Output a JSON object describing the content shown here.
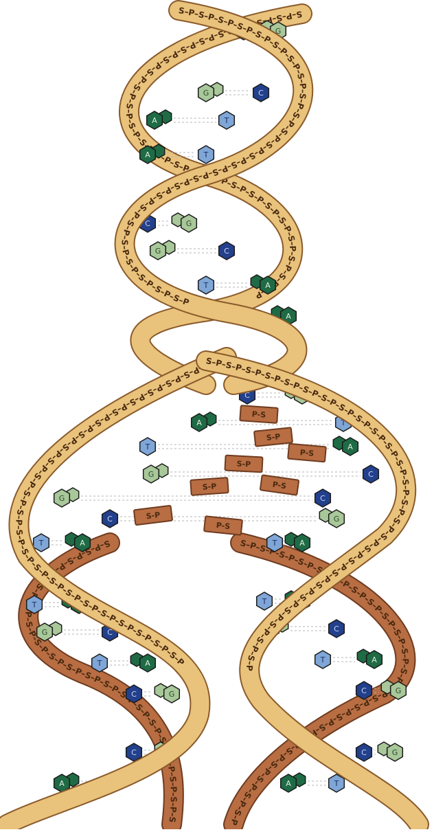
{
  "colors": {
    "parent_strand": "#e9c27c",
    "parent_strand_edge": "#8a5a2a",
    "new_strand": "#b86d43",
    "new_strand_edge": "#6e3b1f",
    "strand_label": "#4a2a10",
    "purine": "#1f6b45",
    "purine_light": "#a9c89a",
    "pyrimidine_dark": "#23408c",
    "pyrimidine_light": "#7fa6d6",
    "hydrogen_bond": "#b5b5b5"
  },
  "strand_text": "S–P–S–P–S–P–S–P–S–P–S–P–S–P–S–P–S–P–S–P–S–P–S–P–S–P–S–P–S–P–S–P–S–P–S–P–S–P–S–P–S–P–S–P–S–P–S–P–S–P",
  "loose_nucleotides": [
    {
      "label": "P-S",
      "angle": 4
    },
    {
      "label": "S-P",
      "angle": -6
    },
    {
      "label": "S-P",
      "angle": 3
    },
    {
      "label": "P-S",
      "angle": 5
    },
    {
      "label": "S-P",
      "angle": -4
    },
    {
      "label": "P-S",
      "angle": 8
    },
    {
      "label": "S-P",
      "angle": -7
    },
    {
      "label": "P-S",
      "angle": 6
    }
  ],
  "base_pairs": {
    "parent": [
      {
        "left": "C",
        "right": "G"
      },
      {
        "left": "G",
        "right": "C"
      },
      {
        "left": "A",
        "right": "T"
      },
      {
        "left": "A",
        "right": "T"
      },
      {
        "left": "C",
        "right": "G"
      },
      {
        "left": "G",
        "right": "C"
      },
      {
        "left": "T",
        "right": "A"
      },
      {
        "left": "T",
        "right": "A"
      }
    ],
    "fork": [
      {
        "left": "C",
        "right": "G"
      },
      {
        "left": "A",
        "right": "T"
      },
      {
        "left": "T",
        "right": "A"
      },
      {
        "left": "G",
        "right": "C"
      },
      {
        "left": "G",
        "right": "C"
      },
      {
        "left": "C",
        "right": "G"
      }
    ],
    "daughter_left": [
      {
        "left": "T",
        "right": "A"
      },
      {
        "left": "T",
        "right": "A"
      },
      {
        "left": "G",
        "right": "C"
      },
      {
        "left": "T",
        "right": "A"
      },
      {
        "left": "C",
        "right": "G"
      },
      {
        "left": "C",
        "right": "G"
      },
      {
        "left": "A",
        "right": "T"
      }
    ],
    "daughter_right": [
      {
        "left": "T",
        "right": "A"
      },
      {
        "left": "T",
        "right": "A"
      },
      {
        "left": "G",
        "right": "C"
      },
      {
        "left": "T",
        "right": "A"
      },
      {
        "left": "C",
        "right": "G"
      },
      {
        "left": "C",
        "right": "G"
      },
      {
        "left": "A",
        "right": "T"
      }
    ]
  }
}
